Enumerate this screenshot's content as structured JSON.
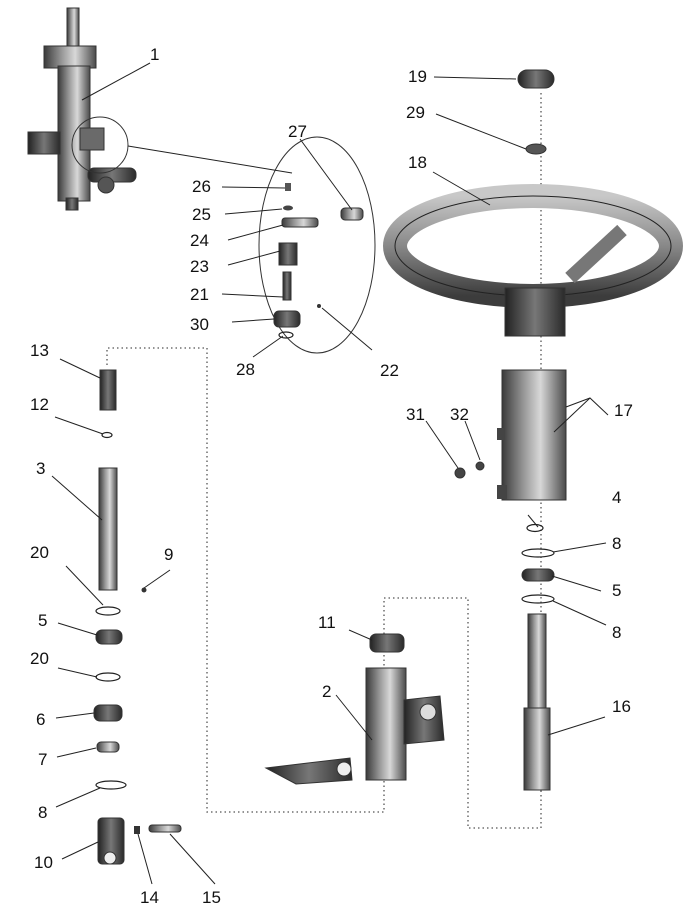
{
  "callouts": {
    "c1": "1",
    "c2": "2",
    "c3": "3",
    "c4": "4",
    "c5a": "5",
    "c5b": "5",
    "c6": "6",
    "c7": "7",
    "c8a": "8",
    "c8b": "8",
    "c8c": "8",
    "c9": "9",
    "c10": "10",
    "c11": "11",
    "c12": "12",
    "c13": "13",
    "c14": "14",
    "c15": "15",
    "c16": "16",
    "c17": "17",
    "c18": "18",
    "c19": "19",
    "c20a": "20",
    "c20b": "20",
    "c21": "21",
    "c22": "22",
    "c23": "23",
    "c24": "24",
    "c25": "25",
    "c26": "26",
    "c27": "27",
    "c28": "28",
    "c29": "29",
    "c30": "30",
    "c31": "31",
    "c32": "32"
  }
}
